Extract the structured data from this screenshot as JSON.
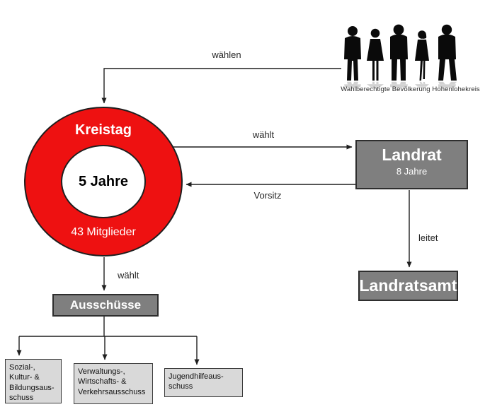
{
  "population": {
    "caption": "Wahlberechtigte Bevölkerung Hohenlohekreis"
  },
  "kreistag": {
    "title": "Kreistag",
    "term": "5 Jahre",
    "members": "43 Mitglieder"
  },
  "landrat": {
    "title": "Landrat",
    "term": "8 Jahre"
  },
  "landratsamt": {
    "title": "Landratsamt"
  },
  "ausschuesse": {
    "title": "Ausschüsse"
  },
  "committees": [
    {
      "label": "Sozial-,\nKultur- &\nBildungsaus-\nschuss"
    },
    {
      "label": "Verwaltungs-,\nWirtschafts- &\nVerkehrsausschuss"
    },
    {
      "label": "Jugendhilfeaus-\nschuss"
    }
  ],
  "edges": {
    "population_to_kreistag": "wählen",
    "kreistag_to_landrat": "wählt",
    "landrat_to_kreistag": "Vorsitz",
    "landrat_to_landratsamt": "leitet",
    "kreistag_to_ausschuesse": "wählt"
  },
  "colors": {
    "kreistag_red": "#ee1111",
    "box_gray": "#7f7f7f",
    "committee_gray": "#d9d9d9",
    "line_color": "#1f1f1f"
  }
}
